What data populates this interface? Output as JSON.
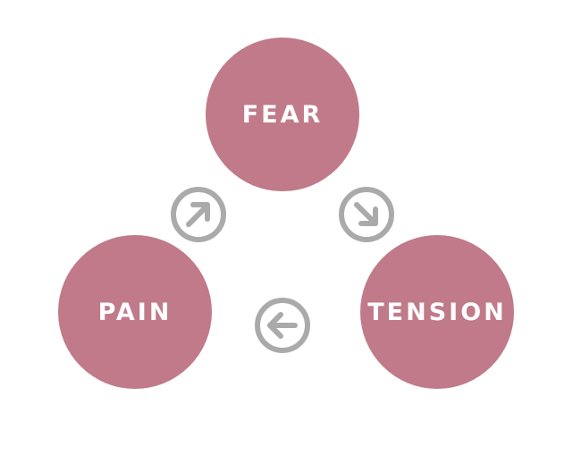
{
  "colors": {
    "circle_fill": "#c07a89",
    "circle_text": "#ffffff",
    "arrow_stroke": "#aaaaaa"
  },
  "nodes": [
    {
      "id": "fear",
      "label": "FEAR"
    },
    {
      "id": "pain",
      "label": "PAIN"
    },
    {
      "id": "tension",
      "label": "TENSION"
    }
  ],
  "arrows": [
    {
      "icon": "arrow-up-right-icon",
      "from": "PAIN",
      "to": "FEAR"
    },
    {
      "icon": "arrow-down-right-icon",
      "from": "FEAR",
      "to": "TENSION"
    },
    {
      "icon": "arrow-left-icon",
      "from": "TENSION",
      "to": "PAIN"
    }
  ]
}
